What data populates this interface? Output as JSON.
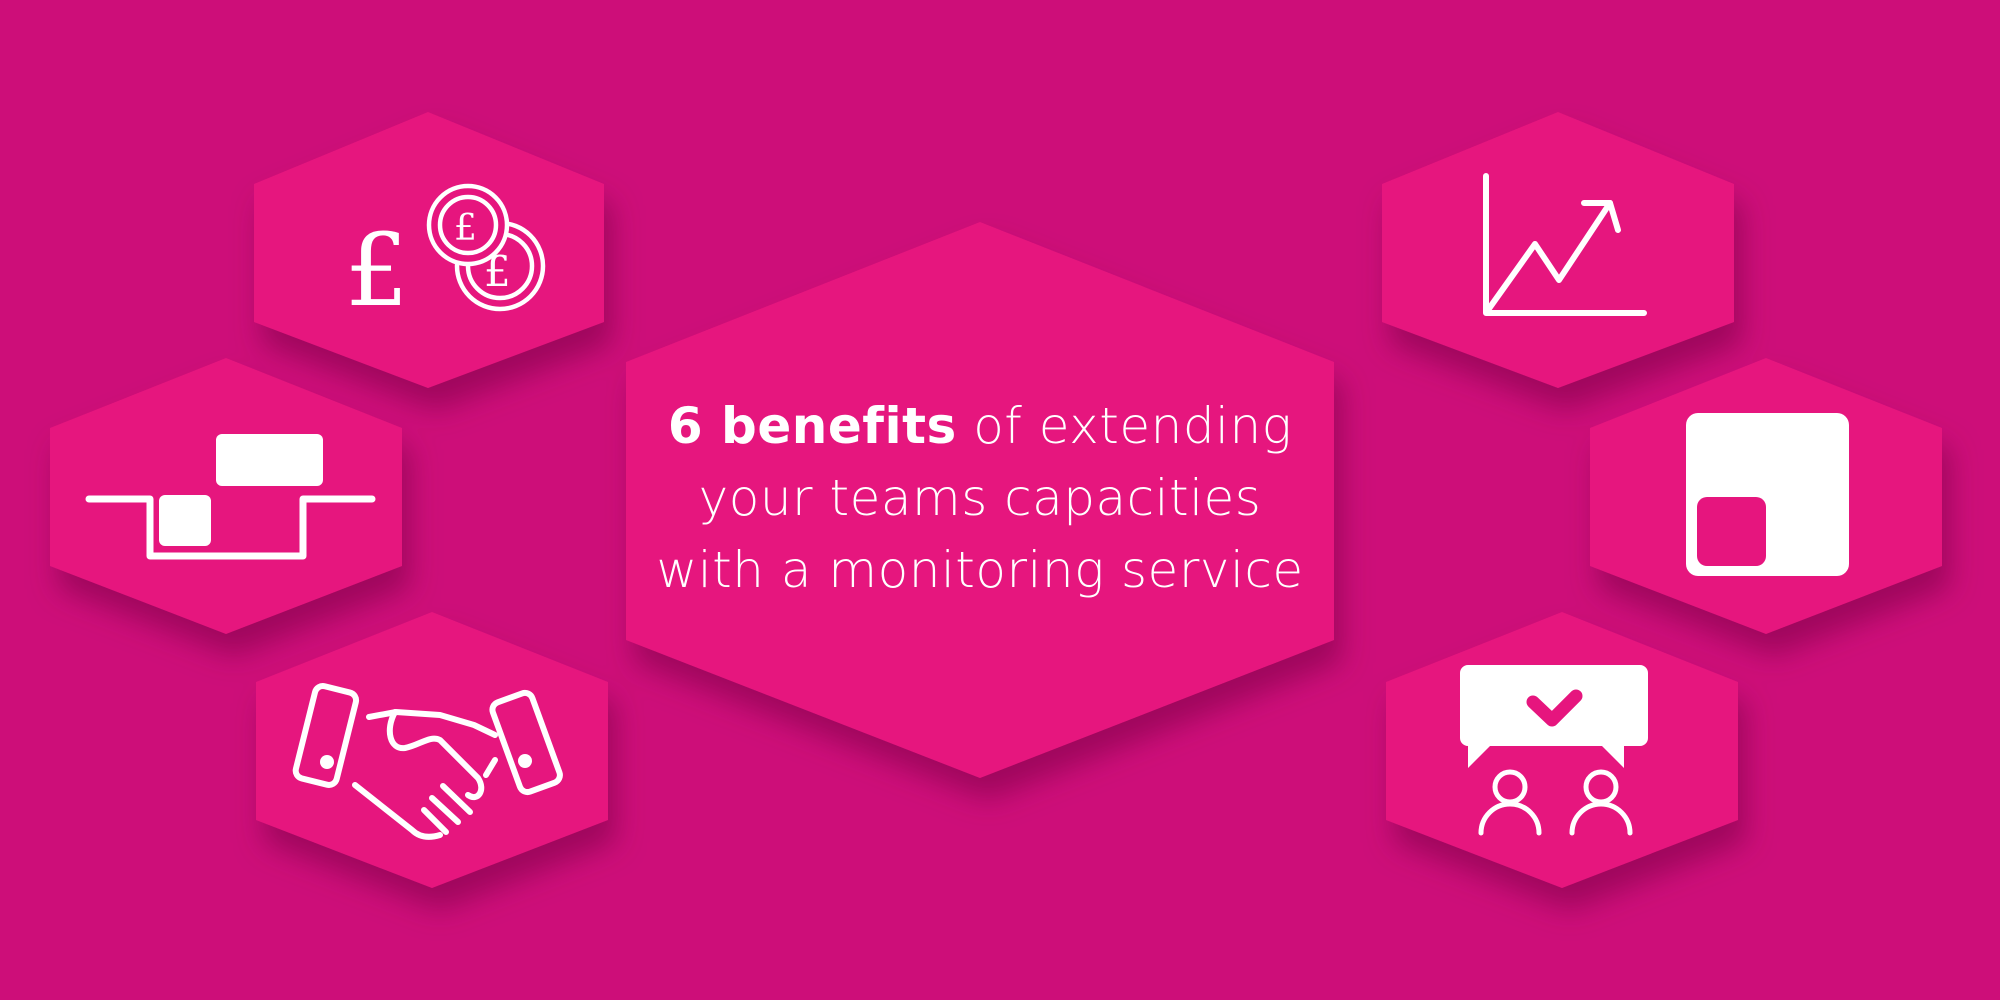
{
  "colors": {
    "background": "#cd0e79",
    "hexagon_fill": "#e6157e",
    "shadow": "#9e0a5c",
    "icon_color": "#ffffff"
  },
  "center": {
    "title_bold": "6 benefits",
    "title_rest_line1": " of extending",
    "title_line2": "your teams capacities",
    "title_line3": "with a monitoring service"
  },
  "benefits": [
    {
      "position": "top-left",
      "icon": "pound-coins-icon"
    },
    {
      "position": "middle-left",
      "icon": "capacity-gap-blocks-icon"
    },
    {
      "position": "bottom-left",
      "icon": "handshake-icon"
    },
    {
      "position": "top-right",
      "icon": "growth-chart-icon"
    },
    {
      "position": "middle-right",
      "icon": "scalable-squares-icon"
    },
    {
      "position": "bottom-right",
      "icon": "team-agreement-icon"
    }
  ]
}
